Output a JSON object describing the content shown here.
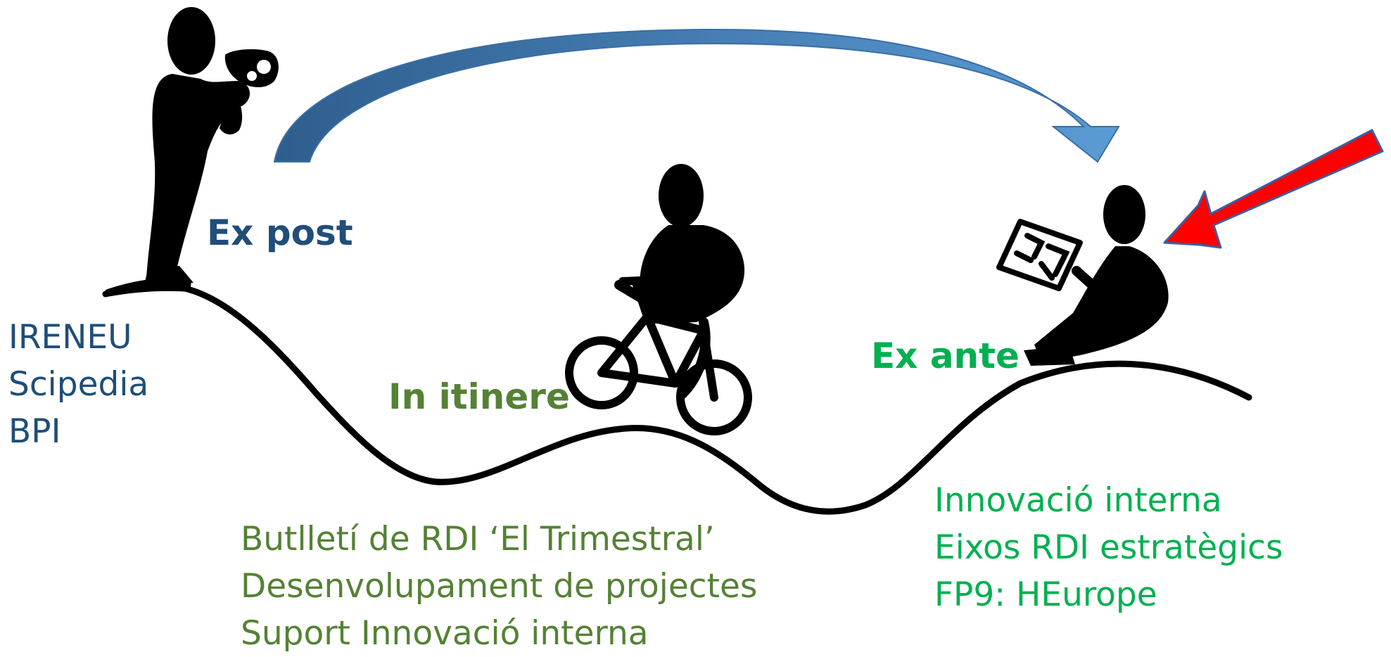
{
  "stages": {
    "ex_post": {
      "label": "Ex post",
      "color": "#1F4E79",
      "items": [
        "IRENEU",
        "Scipedia",
        "BPI"
      ]
    },
    "in_itinere": {
      "label": "In itinere",
      "color": "#548235",
      "items": [
        "Butlletí de RDI ‘El Trimestral’",
        "Desenvolupament de projectes",
        "Suport Innovació interna"
      ]
    },
    "ex_ante": {
      "label": "Ex ante",
      "color": "#00B050",
      "items": [
        "Innovació interna",
        "Eixos RDI estratègics",
        "FP9: HEurope"
      ]
    }
  },
  "colors": {
    "silhouette": "#000000",
    "curved_arrow_light": "#5B9BD5",
    "curved_arrow_dark": "#2E5E8E",
    "pointer_arrow": "#FF0000",
    "pointer_outline": "#3A5FA0"
  },
  "icons": [
    "photographer-icon",
    "cyclist-icon",
    "map-reader-icon",
    "curved-arrow",
    "pointer-arrow"
  ]
}
